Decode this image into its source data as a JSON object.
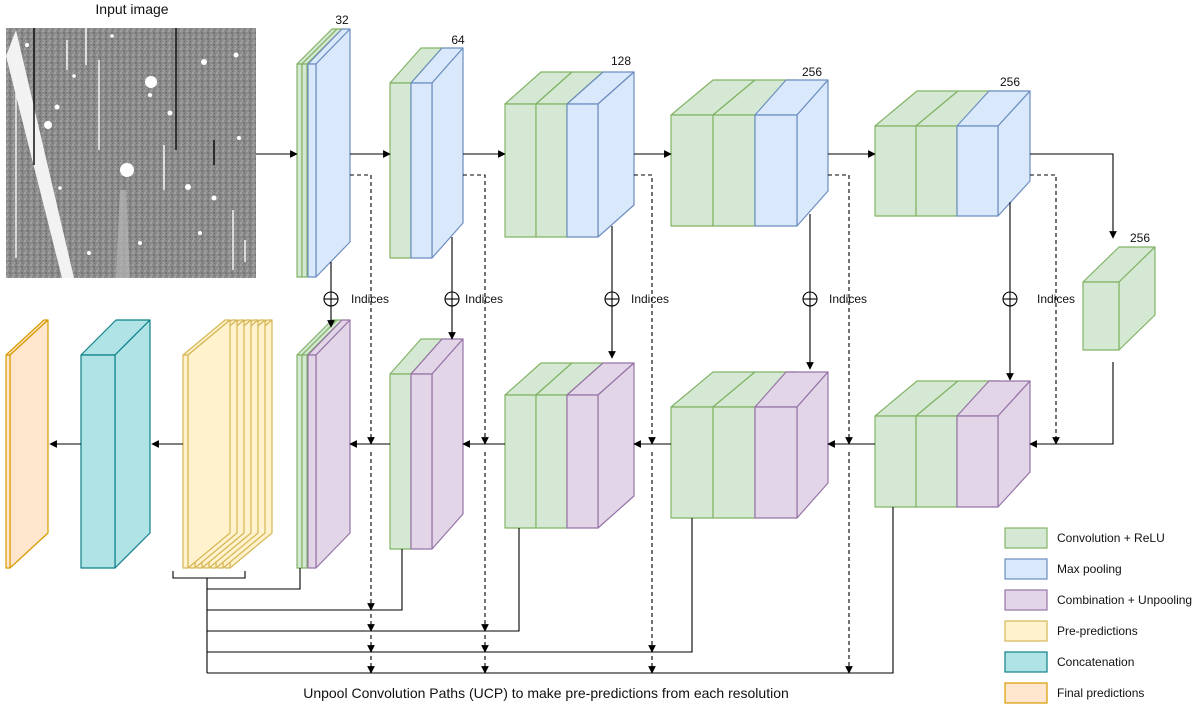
{
  "input_image": {
    "label": "Input image"
  },
  "encoder": {
    "channels": [
      "32",
      "64",
      "128",
      "256",
      "256"
    ],
    "bottleneck_channels": "256"
  },
  "indices_label": "Indices",
  "caption": "Unpool Convolution Paths (UCP) to make pre-predictions from each resolution",
  "legend": [
    {
      "label": "Convolution + ReLU",
      "fill": "#d5e8d4",
      "stroke": "#82b366"
    },
    {
      "label": "Max pooling",
      "fill": "#dae8fc",
      "stroke": "#6c8ebf"
    },
    {
      "label": "Combination + Unpooling",
      "fill": "#e1d5e7",
      "stroke": "#9673a6"
    },
    {
      "label": "Pre-predictions",
      "fill": "#fff2cc",
      "stroke": "#d6b656"
    },
    {
      "label": "Concatenation",
      "fill": "#b0e3e6",
      "stroke": "#0e8088"
    },
    {
      "label": "Final predictions",
      "fill": "#ffe6cc",
      "stroke": "#d79b00"
    }
  ]
}
